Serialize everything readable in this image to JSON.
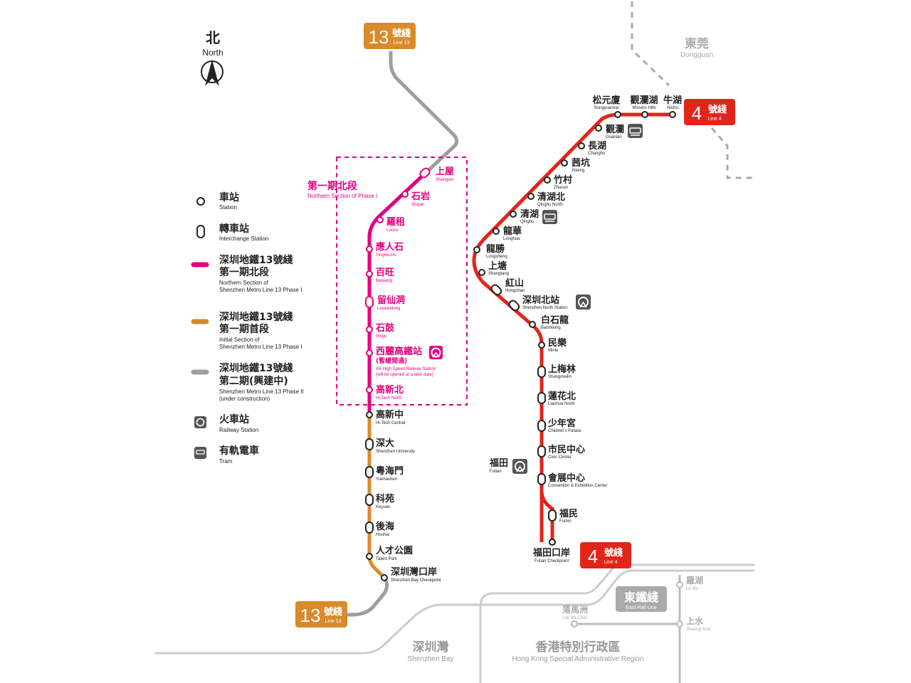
{
  "north": {
    "zh": "北",
    "en": "North"
  },
  "dongguan": {
    "zh": "東莞",
    "en": "Dongguan"
  },
  "shenzhen_bay": {
    "zh": "深圳灣",
    "en": "Shenzhen Bay"
  },
  "hksar": {
    "zh": "香港特別行政區",
    "en": "Hong Kong Special Administrative Region"
  },
  "line13_badge": {
    "num": "13",
    "zh": "號綫",
    "en": "Line 13"
  },
  "line4_badge": {
    "num": "4",
    "zh": "號綫",
    "en": "Line 4"
  },
  "phase1_north": {
    "zh": "第一期北段",
    "en": "Northern Section of Phase I"
  },
  "east_rail": {
    "zh": "東鐵綫",
    "en": "East Rail Line"
  },
  "colors": {
    "line13_north": "#e4007f",
    "line13_initial": "#d98a2b",
    "line13_phase2": "#9e9e9e",
    "line4": "#e1251b",
    "border": "#cccccc"
  },
  "legend": [
    {
      "zh": "車站",
      "en": "Station",
      "icon": "station-circle"
    },
    {
      "zh": "轉車站",
      "en": "Interchange Station",
      "icon": "interchange-pill"
    },
    {
      "zh": "深圳地鐵13號綫\n第一期北段",
      "en": "Northern Section of\nShenzhen Metro Line 13 Phase I",
      "icon": "magenta-line"
    },
    {
      "zh": "深圳地鐵13號綫\n第一期首段",
      "en": "Initial Section of\nShenzhen Metro Line 13 Phase I",
      "icon": "orange-line"
    },
    {
      "zh": "深圳地鐵13號綫\n第二期(興建中)",
      "en": "Shenzhen Metro Line 13 Phase II\n(under construction)",
      "icon": "grey-line"
    },
    {
      "zh": "火車站",
      "en": "Railway Station",
      "icon": "railway-icon"
    },
    {
      "zh": "有軌電車",
      "en": "Tram",
      "icon": "tram-icon"
    }
  ],
  "line13_stations": [
    {
      "zh": "上屋",
      "en": "Shangwu"
    },
    {
      "zh": "石岩",
      "en": "Shiyan"
    },
    {
      "zh": "羅租",
      "en": "Luozu"
    },
    {
      "zh": "應人石",
      "en": "Yingrenshi"
    },
    {
      "zh": "百旺",
      "en": "Baiwang"
    },
    {
      "zh": "留仙洞",
      "en": "Liuxiandong"
    },
    {
      "zh": "石鼓",
      "en": "Shigu"
    },
    {
      "zh": "西麗高鐵站",
      "en": "Xili High Speed Railway Station",
      "zh2": "(暫緩開通)",
      "en2": "(will be opened at a later date)"
    },
    {
      "zh": "高新北",
      "en": "Hi-Tech North"
    },
    {
      "zh": "高新中",
      "en": "Hi-Tech Central"
    },
    {
      "zh": "深大",
      "en": "Shenzhen University"
    },
    {
      "zh": "粵海門",
      "en": "Yuehaimen"
    },
    {
      "zh": "科苑",
      "en": "Keyuan"
    },
    {
      "zh": "後海",
      "en": "Houhai"
    },
    {
      "zh": "人才公園",
      "en": "Talent Park"
    },
    {
      "zh": "深圳灣口岸",
      "en": "Shenzhen Bay Checkpoint"
    }
  ],
  "line4_stations": [
    {
      "zh": "牛湖",
      "en": "Niuhu"
    },
    {
      "zh": "觀瀾湖",
      "en": "Mission Hills"
    },
    {
      "zh": "松元廈",
      "en": "Songyuanxia"
    },
    {
      "zh": "觀瀾",
      "en": "Guanlan"
    },
    {
      "zh": "長湖",
      "en": "Changhu"
    },
    {
      "zh": "茜坑",
      "en": "Xikeng"
    },
    {
      "zh": "竹村",
      "en": "Zhucun"
    },
    {
      "zh": "清湖北",
      "en": "Qinghu North"
    },
    {
      "zh": "清湖",
      "en": "Qinghu"
    },
    {
      "zh": "龍華",
      "en": "Longhua"
    },
    {
      "zh": "龍勝",
      "en": "Longsheng"
    },
    {
      "zh": "上塘",
      "en": "Shangtang"
    },
    {
      "zh": "紅山",
      "en": "Hongshan"
    },
    {
      "zh": "深圳北站",
      "en": "Shenzhen North Station"
    },
    {
      "zh": "白石龍",
      "en": "Baishilong"
    },
    {
      "zh": "民樂",
      "en": "Minle"
    },
    {
      "zh": "上梅林",
      "en": "Shangmeilin"
    },
    {
      "zh": "蓮花北",
      "en": "Lianhua North"
    },
    {
      "zh": "少年宮",
      "en": "Children's Palace"
    },
    {
      "zh": "市民中心",
      "en": "Civic Center"
    },
    {
      "zh": "會展中心",
      "en": "Convention & Exhibition Center"
    },
    {
      "zh": "福民",
      "en": "Fumin"
    },
    {
      "zh": "福田口岸",
      "en": "Futian Checkpoint"
    }
  ],
  "futian_rail": {
    "zh": "福田",
    "en": "Futian"
  },
  "hk_stations": [
    {
      "zh": "羅湖",
      "en": "Lo Wu"
    },
    {
      "zh": "落馬洲",
      "en": "Lok Ma Chau"
    },
    {
      "zh": "上水",
      "en": "Sheung Shui"
    }
  ]
}
